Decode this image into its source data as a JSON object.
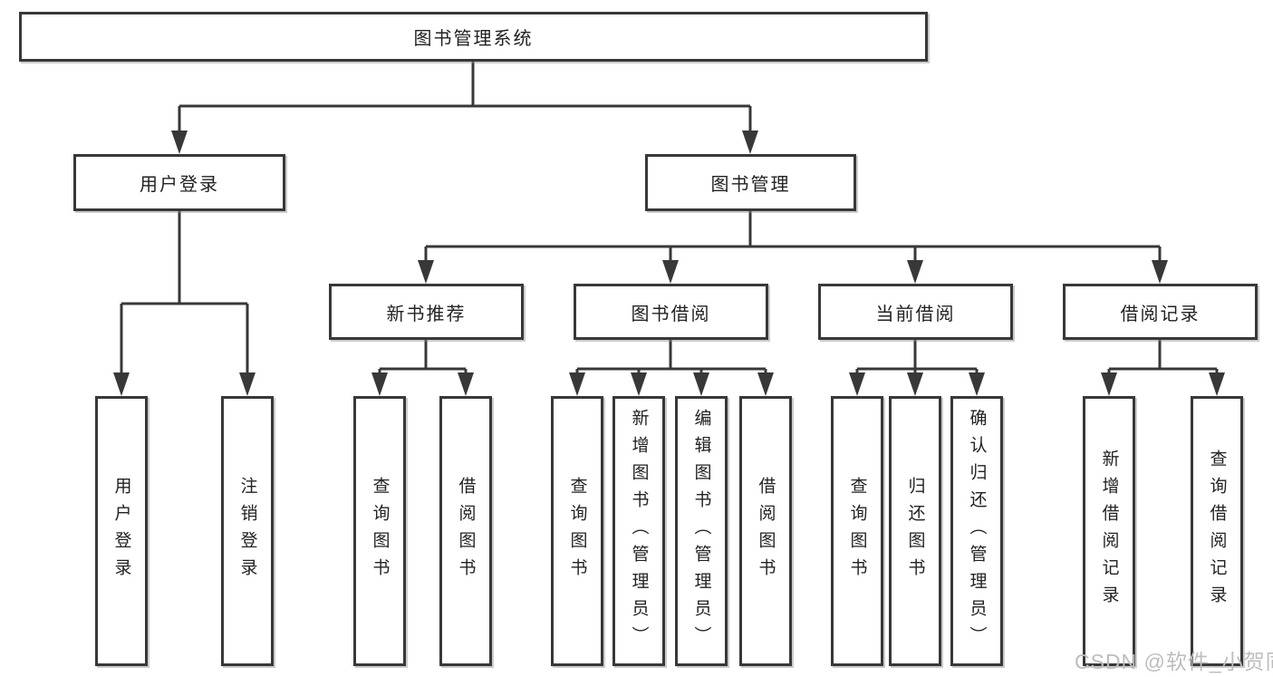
{
  "diagram": {
    "root": {
      "label": "图书管理系统"
    },
    "level2": [
      {
        "label": "用户登录",
        "children": [
          {
            "label": "用户登录"
          },
          {
            "label": "注销登录"
          }
        ]
      },
      {
        "label": "图书管理"
      }
    ],
    "level3": [
      {
        "label": "新书推荐",
        "children": [
          {
            "label": "查询图书"
          },
          {
            "label": "借阅图书"
          }
        ]
      },
      {
        "label": "图书借阅",
        "children": [
          {
            "label": "查询图书"
          },
          {
            "label": "新增图书（管理员）"
          },
          {
            "label": "编辑图书（管理员）"
          },
          {
            "label": "借阅图书"
          }
        ]
      },
      {
        "label": "当前借阅",
        "children": [
          {
            "label": "查询图书"
          },
          {
            "label": "归还图书"
          },
          {
            "label": "确认归还（管理员）"
          }
        ]
      },
      {
        "label": "借阅记录",
        "children": [
          {
            "label": "新增借阅记录"
          },
          {
            "label": "查询借阅记录"
          }
        ]
      }
    ]
  },
  "watermark": {
    "text": "CSDN @软件_小贺同学"
  },
  "colors": {
    "line": "#383838",
    "box_border": "#383838",
    "text": "#222222",
    "watermark": "#bdbdbd",
    "background": "#ffffff"
  }
}
